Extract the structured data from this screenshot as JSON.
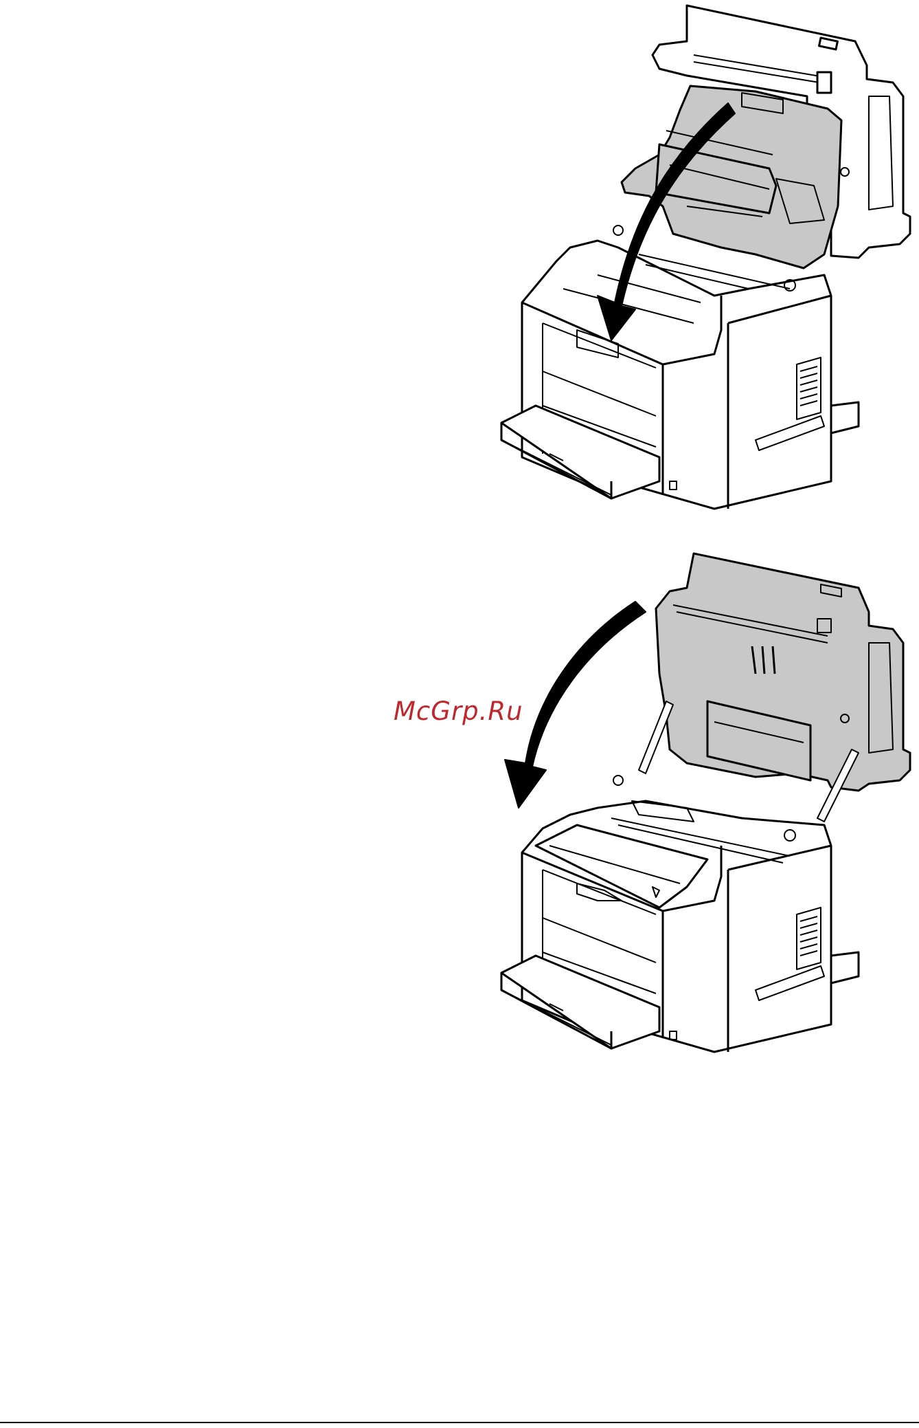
{
  "watermark": {
    "text": "McGrp.Ru",
    "color": "#c0272d"
  },
  "figures": [
    {
      "name": "printer-closing-imaging-unit-cover",
      "arrow": "arrow-down-icon",
      "highlight_color": "#c8c8c8"
    },
    {
      "name": "printer-closing-scanner-unit",
      "arrow": "arrow-down-icon",
      "highlight_color": "#c8c8c8"
    }
  ]
}
